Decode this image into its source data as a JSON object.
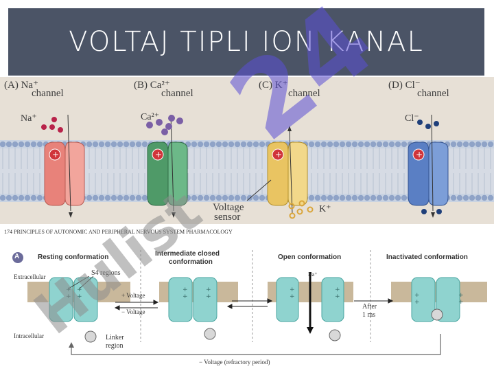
{
  "slide": {
    "title": "VOLTAJ TIPLI ION KANAL"
  },
  "top_figure": {
    "channels": [
      {
        "panel": "(A)",
        "ion": "Na+",
        "label": "channel",
        "ion_label": "Na⁺",
        "color": "#e8827a"
      },
      {
        "panel": "(B)",
        "ion": "Ca2+",
        "label": "channel",
        "ion_label": "Ca²⁺",
        "color": "#4f9a68"
      },
      {
        "panel": "(C)",
        "ion": "K+",
        "label": "channel",
        "ion_label": "K⁺",
        "color": "#e9c462"
      },
      {
        "panel": "(D)",
        "ion": "Cl-",
        "label": "channel",
        "ion_label": "Cl⁻",
        "color": "#5a7fc4"
      }
    ],
    "header_a": "(A)  Na⁺",
    "header_b": "(B)  Ca²⁺",
    "header_c": "(C)  K⁺",
    "header_d": "(D)  Cl⁻",
    "channel_word": "channel",
    "ion_na": "Na⁺",
    "ion_ca": "Ca²⁺",
    "ion_cl": "Cl⁻",
    "ion_k": "K⁺",
    "voltage_sensor_line1": "Voltage",
    "voltage_sensor_line2": "sensor"
  },
  "bottom_figure": {
    "page_header": "174   PRINCIPLES OF AUTONOMIC AND PERIPHERAL NERVOUS SYSTEM PHARMACOLOGY",
    "panel_letter": "A",
    "resting": "Resting conformation",
    "intermediate_line1": "Intermediate closed",
    "intermediate_line2": "conformation",
    "open": "Open conformation",
    "inactivated": "Inactivated conformation",
    "extracellular": "Extracellular",
    "intracellular": "Intracellular",
    "s4_regions": "S4 regions",
    "plus_voltage": "+ Voltage",
    "minus_voltage": "− Voltage",
    "na_label": "Na⁺",
    "after_line1": "After",
    "after_line2": "1 ms",
    "linker_line1": "Linker",
    "linker_line2": "region",
    "refractory": "− Voltage (refractory period)"
  },
  "watermark": {
    "text": "Hulist 24"
  },
  "colors": {
    "title_bar": "#4b5466",
    "title_text": "#ffffff",
    "watermark_purple": "#5b4fd6",
    "watermark_grey": "#8c8c8c",
    "channel_teal": "#8fd3cf"
  }
}
